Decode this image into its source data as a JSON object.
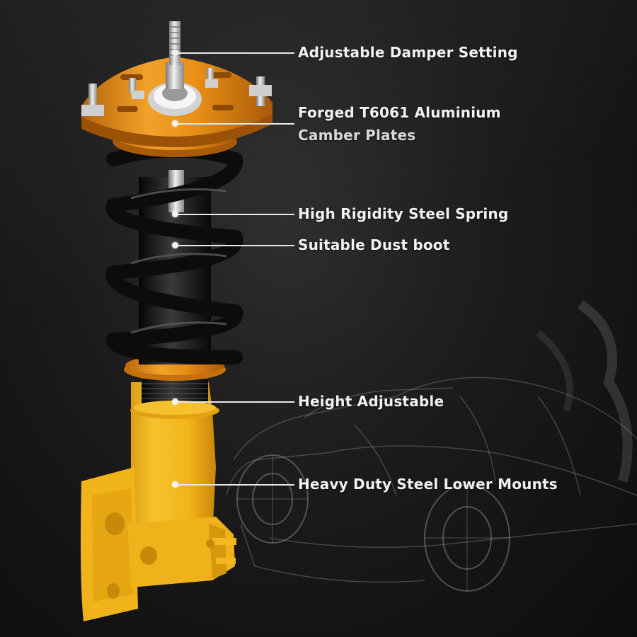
{
  "features": [
    {
      "id": "damper",
      "text": "Adjustable Damper Setting"
    },
    {
      "id": "camber",
      "text": "Forged T6061 Aluminium",
      "text2": "Camber Plates"
    },
    {
      "id": "spring",
      "text": "High Rigidity Steel Spring"
    },
    {
      "id": "dust",
      "text": "Suitable Dust boot"
    },
    {
      "id": "height",
      "text": "Height Adjustable"
    },
    {
      "id": "mounts",
      "text": "Heavy Duty Steel Lower Mounts"
    }
  ],
  "colors": {
    "accent_orange": "#e8931c",
    "accent_yellow": "#f4b81c",
    "spring_black": "#111111",
    "label_text": "#f2f2f2"
  }
}
